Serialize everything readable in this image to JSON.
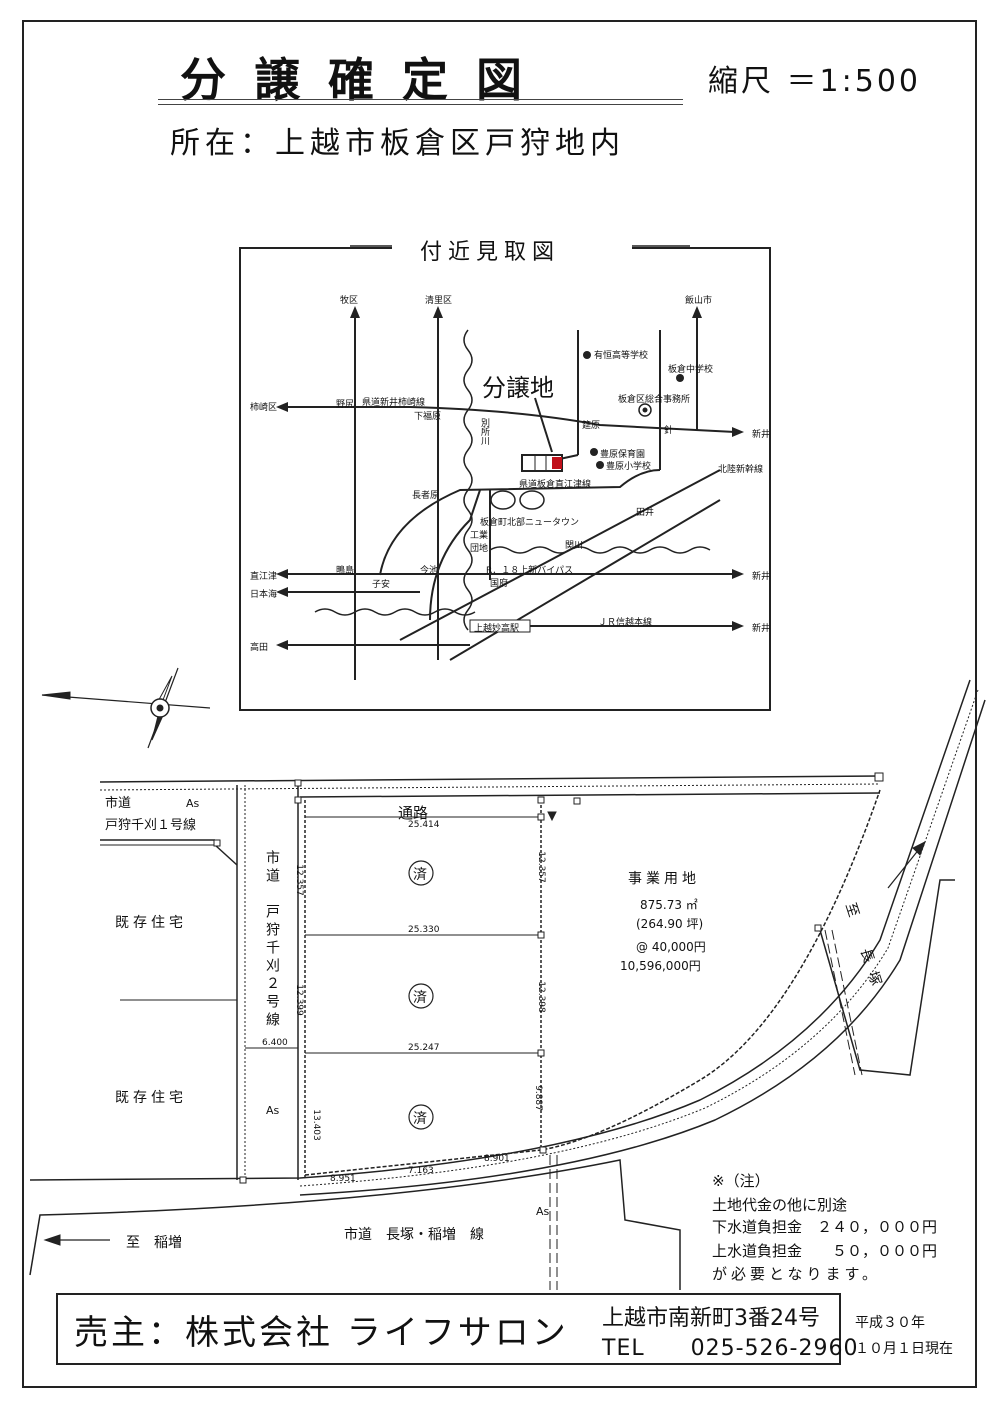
{
  "header": {
    "title": "分譲確定図",
    "scale": "縮尺 ＝1:500",
    "location": "所在：上越市板倉区戸狩地内"
  },
  "vicinity_map": {
    "title": "付近見取図",
    "subdivision_label": "分譲地",
    "labels": {
      "makuku": "牧区",
      "kiyosatoku": "清里区",
      "iiyama": "飯山市",
      "kakizakiku": "柿崎区",
      "noziri": "野尻",
      "route_niiikakizaki": "県道新井柿崎線",
      "shimofukubara": "下福原",
      "bessho_river": "別所川",
      "yuugi_hs": "有恒高等学校",
      "itakura_jhs": "板倉中学校",
      "itakura_office": "板倉区総合事務所",
      "kasahara": "筵原",
      "hari": "針",
      "arai_1": "新井",
      "toyohara_nursery": "豊原保育園",
      "toyohara_es": "豊原小学校",
      "hokuriku_shinkansen": "北陸新幹線",
      "chojahara": "長者原",
      "route_itakuranaoetsu": "県道板倉直江津線",
      "itakura_newtown": "板倉町北部ニュータウン",
      "tai": "田井",
      "industrial_park": "工業団地",
      "sekigawa": "関川",
      "naoetsu": "直江津",
      "nihonkai": "日本海",
      "shigishima": "鴫島",
      "imaike": "今池",
      "koyasu": "子安",
      "r18_bypass": "R．１８上新バイパス",
      "kokufu": "国府",
      "arai_2": "新井",
      "joetsumyoko_station": "上越妙高駅",
      "jr_shinetsu": "ＪＲ信越本線",
      "takada": "高田",
      "arai_3": "新井"
    }
  },
  "plot": {
    "road_top": "通路",
    "city_road_1_a": "市道",
    "city_road_1_b": "戸狩千刈１号線",
    "as_1": "As",
    "existing_house_1": "既存住宅",
    "existing_house_2": "既存住宅",
    "city_road_2": "市道　戸狩千刈２号線",
    "as_2": "As",
    "as_3": "As",
    "business_land": {
      "title": "事業用地",
      "area": "875.73 ㎡",
      "tsubo": "(264.90 坪)",
      "unit_price": "@ 40,000円",
      "total_price": "10,596,000円"
    },
    "sold": [
      "済",
      "済",
      "済"
    ],
    "to_nagatsuka": "至　長塚",
    "to_inamasu": "至　稲増",
    "bottom_road": "市道　長塚・稲増　線",
    "dims": {
      "top_width": "25.414",
      "mid_width_1": "25.330",
      "mid_width_2": "25.247",
      "left_1": "12.357",
      "right_1": "12.357",
      "left_2": "12.399",
      "right_2": "12.398",
      "left_3": "13.403",
      "right_3": "9.887",
      "bottom_1": "8.951",
      "bottom_2": "7.163",
      "bottom_3": "8.901",
      "road_width": "6.400"
    }
  },
  "notes": {
    "heading": "※（注）",
    "line1": "土地代金の他に別途",
    "line2": "下水道負担金　２４０，０００円",
    "line3": "上水道負担金　　５０，０００円",
    "line4": "が必要となります。"
  },
  "footer": {
    "seller": "売主：株式会社 ライフサロン",
    "address": "上越市南新町3番24号",
    "tel": "TEL　　025-526-2960",
    "date_line1": "平成３０年",
    "date_line2": "１０月１日現在"
  }
}
